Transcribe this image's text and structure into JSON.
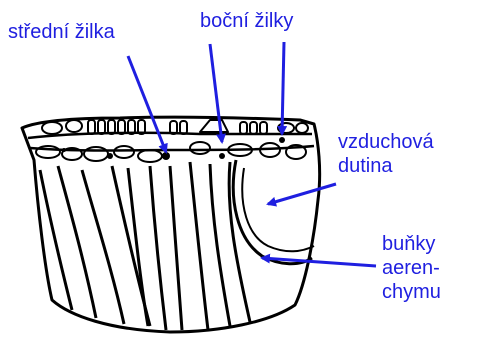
{
  "labels": {
    "midrib": "střední žilka",
    "lateral_veins": "boční žilky",
    "air_cavity_line1": "vzduchová",
    "air_cavity_line2": "dutina",
    "aerenchyma_line1": "buňky",
    "aerenchyma_line2": "aeren-",
    "aerenchyma_line3": "chymu"
  },
  "colors": {
    "label_text": "#1f1fe0",
    "arrow": "#1f1fe0",
    "drawing": "#000000",
    "background": "#ffffff"
  }
}
